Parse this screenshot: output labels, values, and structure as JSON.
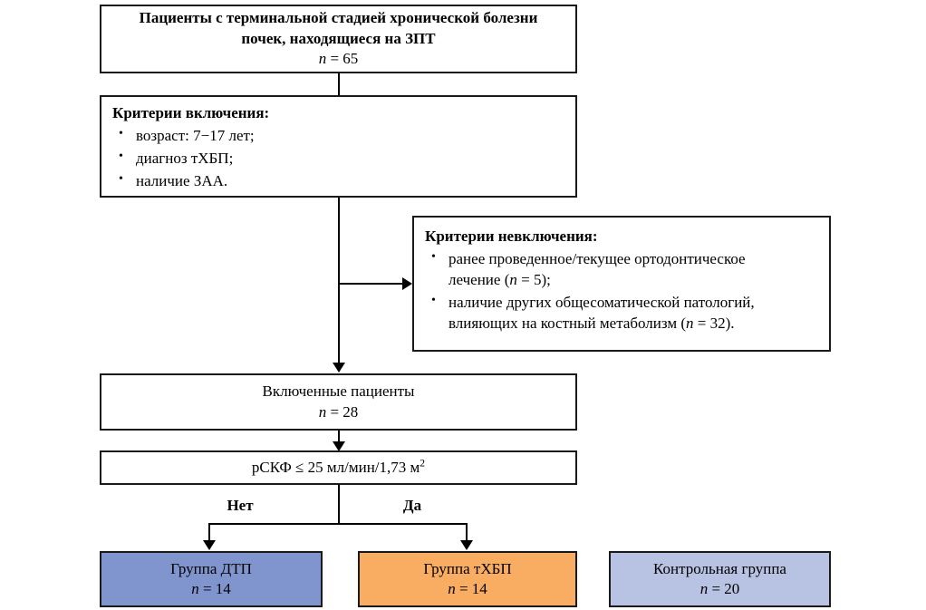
{
  "diagram": {
    "title": "Patient selection flowchart",
    "language": "ru",
    "nodes": {
      "source_population": {
        "line1": "Пациенты с терминальной стадией хронической болезни",
        "line2": "почек, находящиеся на ЗПТ",
        "count_label": "n",
        "count_eq": " = ",
        "count_value": "65"
      },
      "inclusion": {
        "title": "Критерии включения:",
        "items": [
          "возраст: 7−17 лет;",
          "диагноз тХБП;",
          "наличие ЗАА."
        ],
        "bullet": "•"
      },
      "exclusion": {
        "title": "Критерии невключения:",
        "items": [
          "ранее проведенное/текущее ортодонтическое лечение (n = 5);",
          "наличие других общесоматической патологий, влияющих на костный метаболизм (n = 32)."
        ],
        "item1_part1": "ранее проведенное/текущее ортодонтическое",
        "item1_part2_pre": "лечение (",
        "item1_n": "n",
        "item1_part2_post": " = 5);",
        "item2_part1": "наличие других общесоматической патологий,",
        "item2_part2_pre": "влияющих на костный метаболизм (",
        "item2_n": "n",
        "item2_part2_post": " = 32).",
        "bullet": "•"
      },
      "included": {
        "line1": "Включенные пациенты",
        "count_label": "n",
        "count_eq": " = ",
        "count_value": "28"
      },
      "criterion": {
        "prefix": "рСКФ ",
        "operator": "≤",
        "value": " 25 мл/мин/1,73 м",
        "superscript": "2"
      },
      "group_dtp": {
        "line1": "Группа ДТП",
        "count_label": "n",
        "count_eq": " = ",
        "count_value": "14",
        "fill": "#8095cd"
      },
      "group_tckd": {
        "line1": "Группа тХБП",
        "count_label": "n",
        "count_eq": " = ",
        "count_value": "14",
        "fill": "#f8ad62"
      },
      "group_control": {
        "line1": "Контрольная группа",
        "count_label": "n",
        "count_eq": " = ",
        "count_value": "20",
        "fill": "#b8c2e2"
      }
    },
    "branch_labels": {
      "no": "Нет",
      "yes": "Да"
    },
    "colors": {
      "stroke": "#1a1a1a",
      "background": "#ffffff",
      "group_dtp_fill": "#8095cd",
      "group_tckd_fill": "#f8ad62",
      "group_control_fill": "#b8c2e2"
    }
  }
}
